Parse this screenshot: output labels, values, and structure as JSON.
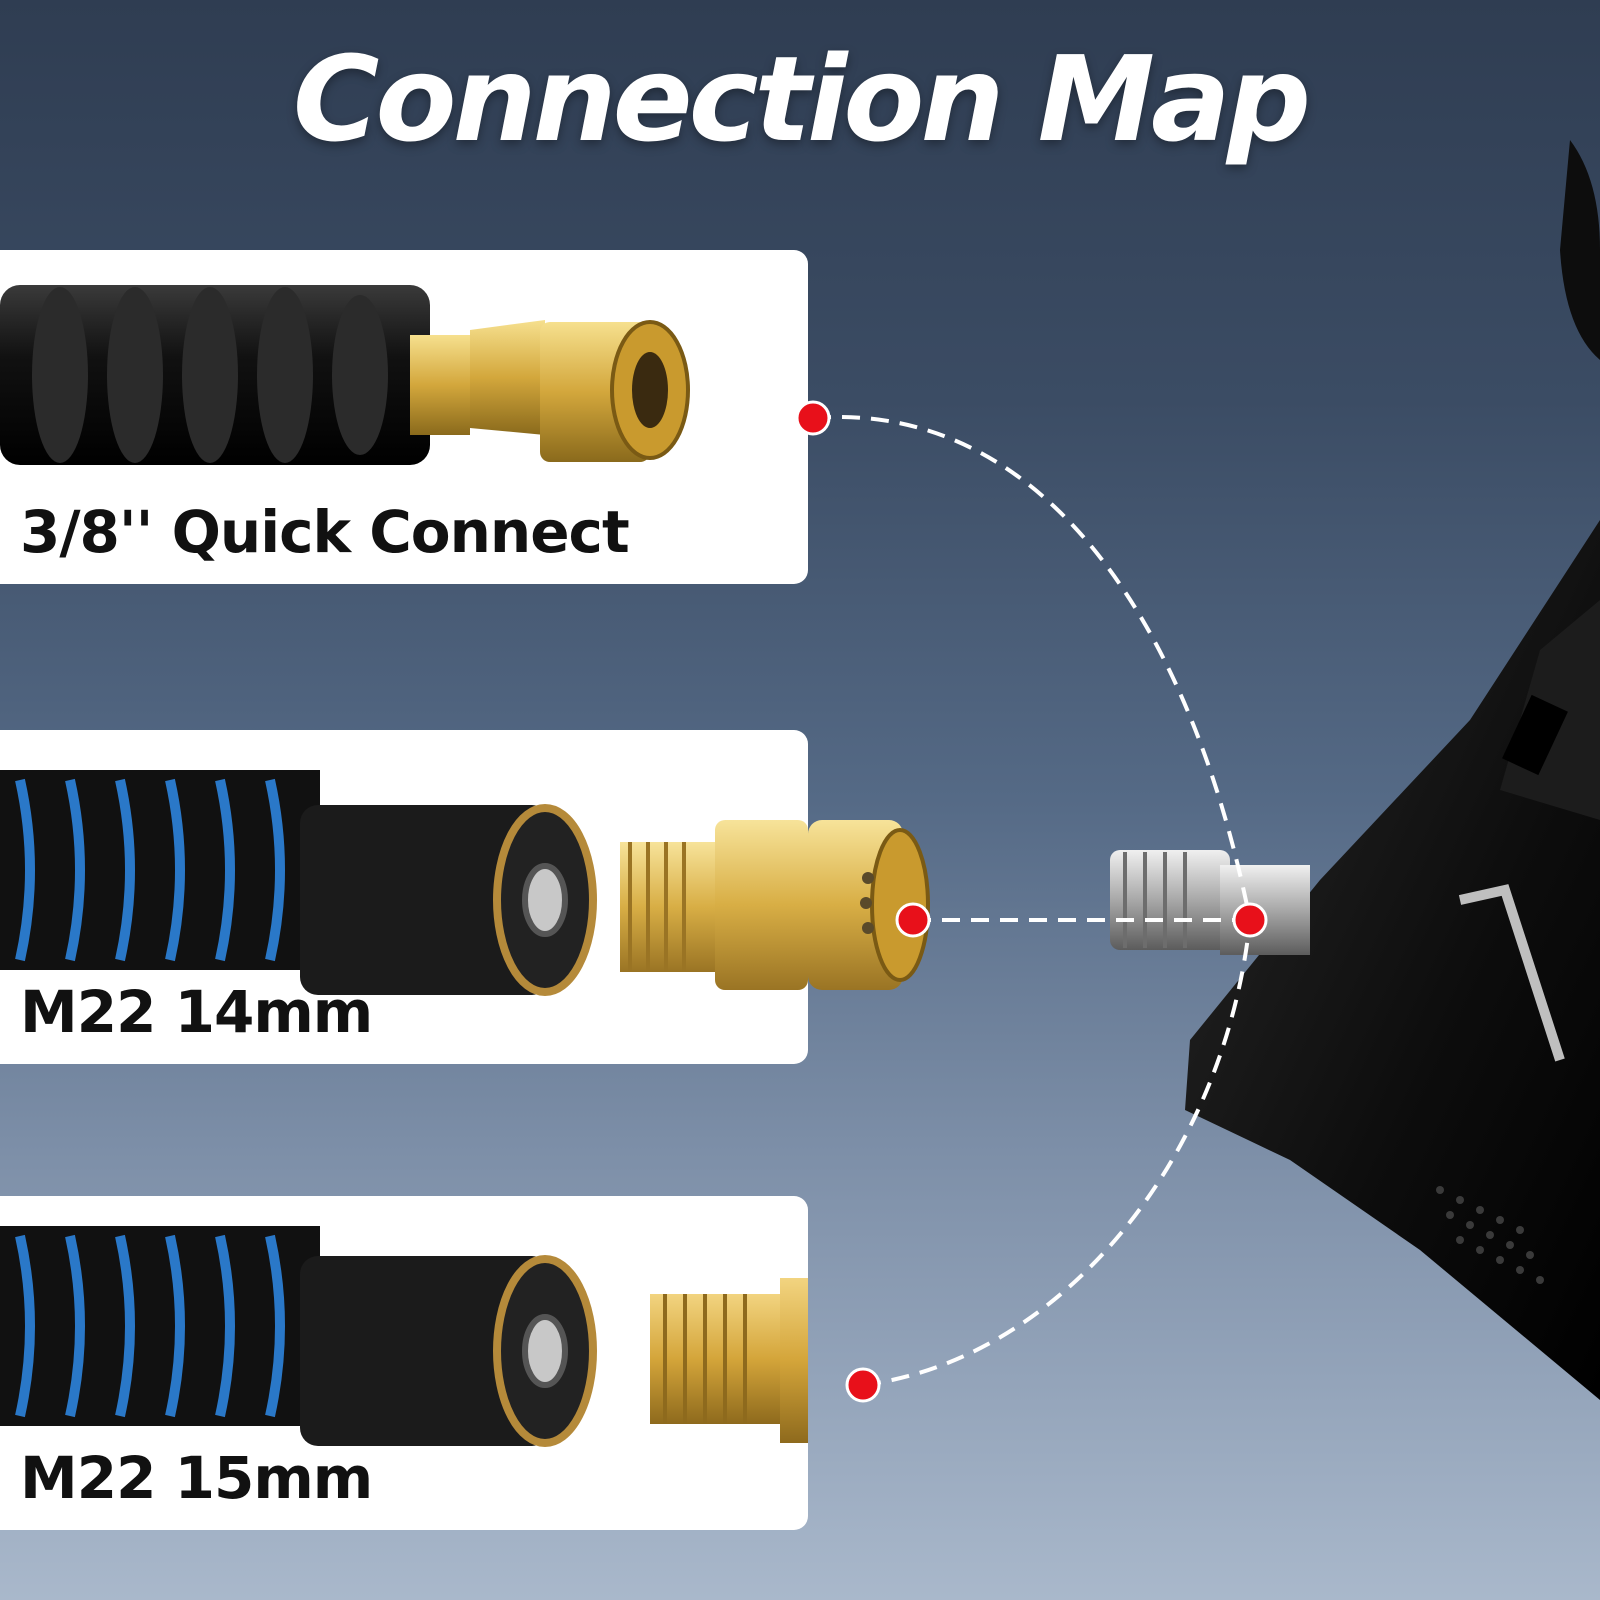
{
  "title": "Connection Map",
  "cards": [
    {
      "label": "3/8'' Quick Connect"
    },
    {
      "label": "M22 14mm"
    },
    {
      "label": "M22 15mm"
    }
  ],
  "colors": {
    "marker_dot": "#e8101a",
    "connector_line": "#ffffff",
    "brass": "#d9b24a",
    "hose_black": "#151515",
    "hose_blue": "#2a78c8"
  }
}
